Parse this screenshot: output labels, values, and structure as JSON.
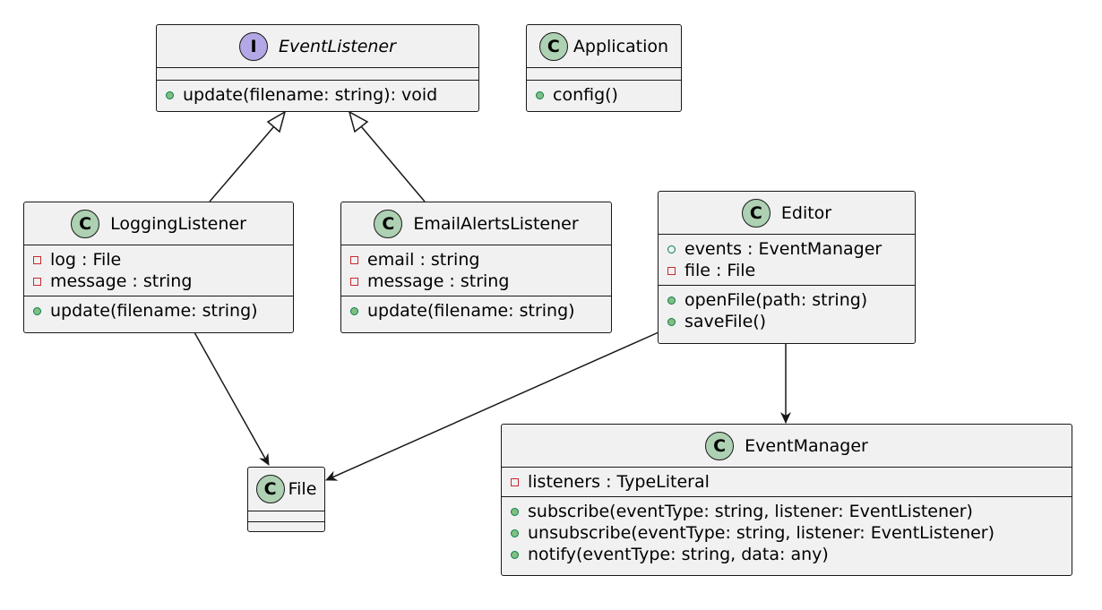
{
  "diagram": {
    "classes": {
      "event_listener": {
        "stereotype": "I",
        "name": "EventListener",
        "methods": [
          {
            "vis": "public",
            "text": "update(filename: string): void"
          }
        ]
      },
      "application": {
        "stereotype": "C",
        "name": "Application",
        "methods": [
          {
            "vis": "public",
            "text": "config()"
          }
        ]
      },
      "logging_listener": {
        "stereotype": "C",
        "name": "LoggingListener",
        "fields": [
          {
            "vis": "private",
            "text": "log : File"
          },
          {
            "vis": "private",
            "text": "message : string"
          }
        ],
        "methods": [
          {
            "vis": "public",
            "text": "update(filename: string)"
          }
        ]
      },
      "email_alerts_listener": {
        "stereotype": "C",
        "name": "EmailAlertsListener",
        "fields": [
          {
            "vis": "private",
            "text": "email : string"
          },
          {
            "vis": "private",
            "text": "message : string"
          }
        ],
        "methods": [
          {
            "vis": "public",
            "text": "update(filename: string)"
          }
        ]
      },
      "editor": {
        "stereotype": "C",
        "name": "Editor",
        "fields": [
          {
            "vis": "public-field",
            "text": "events : EventManager"
          },
          {
            "vis": "private",
            "text": "file : File"
          }
        ],
        "methods": [
          {
            "vis": "public",
            "text": "openFile(path: string)"
          },
          {
            "vis": "public",
            "text": "saveFile()"
          }
        ]
      },
      "file": {
        "stereotype": "C",
        "name": "File"
      },
      "event_manager": {
        "stereotype": "C",
        "name": "EventManager",
        "fields": [
          {
            "vis": "private",
            "text": "listeners : TypeLiteral"
          }
        ],
        "methods": [
          {
            "vis": "public",
            "text": "subscribe(eventType: string, listener: EventListener)"
          },
          {
            "vis": "public",
            "text": "unsubscribe(eventType: string, listener: EventListener)"
          },
          {
            "vis": "public",
            "text": "notify(eventType: string, data: any)"
          }
        ]
      }
    },
    "relations": [
      {
        "from": "LoggingListener",
        "to": "EventListener",
        "type": "realization"
      },
      {
        "from": "EmailAlertsListener",
        "to": "EventListener",
        "type": "realization"
      },
      {
        "from": "LoggingListener",
        "to": "File",
        "type": "association"
      },
      {
        "from": "Editor",
        "to": "File",
        "type": "association"
      },
      {
        "from": "Editor",
        "to": "EventManager",
        "type": "association"
      }
    ],
    "colors": {
      "class_fill": "#f1f1f1",
      "border": "#181818",
      "class_badge": "#add1b2",
      "interface_badge": "#b4a7e5",
      "public_marker": "#84be84",
      "private_marker": "#c82930"
    }
  }
}
